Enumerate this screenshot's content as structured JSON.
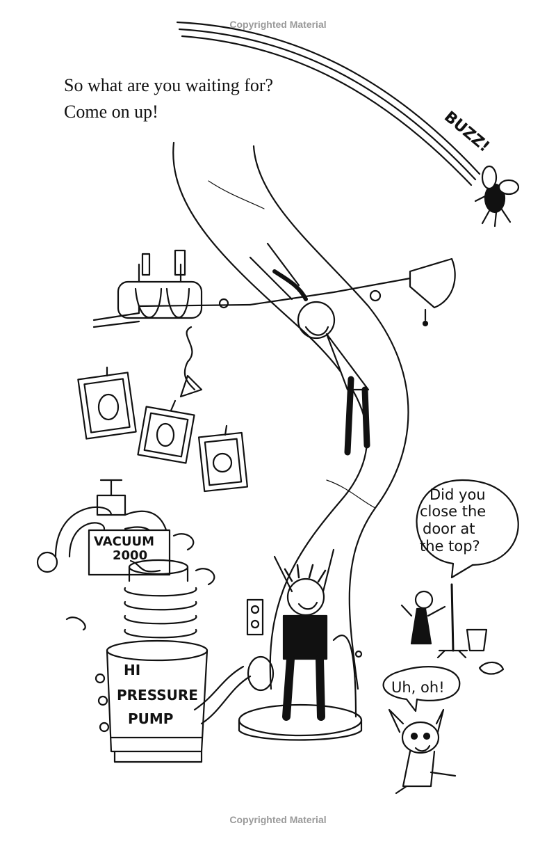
{
  "watermark": {
    "top": "Copyrighted Material",
    "bottom": "Copyrighted Material"
  },
  "story": {
    "line1": "So what are you waiting for?",
    "line2": "Come on up!"
  },
  "sfx": {
    "buzz": "BUZZ!"
  },
  "machine_labels": {
    "vacuum_line1": "VACUUM",
    "vacuum_line2": "2000",
    "pump_line1": "HI",
    "pump_line2": "PRESSURE",
    "pump_line3": "PUMP"
  },
  "speech": {
    "girl_line1": "Did you",
    "girl_line2": "close the",
    "girl_line3": "door at",
    "girl_line4": "the top?",
    "dog": "Uh, oh!"
  }
}
